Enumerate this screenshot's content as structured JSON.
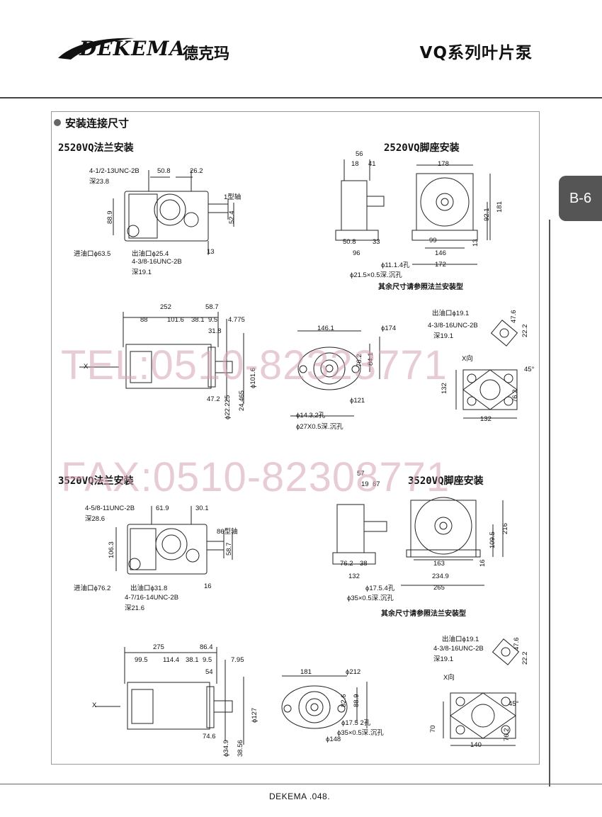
{
  "header": {
    "logo_text": "DEKEMA",
    "logo_cn": "德克玛",
    "series_title": "VQ系列叶片泵",
    "page_tab": "B-6"
  },
  "section": {
    "heading": "安装连接尺寸",
    "d1_title": "2520VQ法兰安装",
    "d2_title": "2520VQ脚座安装",
    "d3_title": "3520VQ法兰安装",
    "d4_title": "3520VQ脚座安装",
    "note_2520": "其余尺寸请参照法兰安装型",
    "note_3520": "其余尺寸请参照法兰安装型"
  },
  "watermarks": {
    "tel": "TEL:0510-82323771",
    "fax": "FAX:0510-82308771"
  },
  "d1": {
    "thread_a": "4-1/2-13UNC-2B",
    "depth_a": "深23.8",
    "w1": "50.8",
    "w2": "26.2",
    "shaft": "1型轴",
    "h1": "88.9",
    "h2": "52.4",
    "inlet": "进油口ϕ63.5",
    "outlet": "出油口ϕ25.4",
    "thread_b": "4-3/8-16UNC-2B",
    "depth_b": "深19.1",
    "d13": "13"
  },
  "d2": {
    "w56": "56",
    "w18": "18",
    "w41": "41",
    "w178": "178",
    "h181": "181",
    "h92": "92.1",
    "w99": "99",
    "h13": "13",
    "w508": "50.8",
    "w33": "33",
    "w96": "96",
    "w146": "146",
    "w172": "172",
    "hole": "ϕ11.1.4孔",
    "cbore": "ϕ21.5×0.5深.沉孔"
  },
  "d5": {
    "w252": "252",
    "w587": "58.7",
    "w88": "88",
    "w1016": "101.6",
    "w381": "38.1",
    "w95": "9.5",
    "key": "4.775",
    "w318": "31.8",
    "w472": "47.2",
    "d22": "ϕ22.225",
    "d101": "ϕ101.6",
    "d24": "24.465",
    "x": "X"
  },
  "d6": {
    "w1461": "146.1",
    "d174": "ϕ174",
    "h762": "76.2",
    "h841": "84.1",
    "d121": "ϕ121",
    "hole": "ϕ14.3,2孔",
    "cbore": "ϕ27X0.5深.沉孔"
  },
  "d7": {
    "outlet": "出油口ϕ19.1",
    "thread": "4-3/8-16UNC-2B",
    "depth": "深19.1",
    "w476": "47.6",
    "w222": "22.2",
    "view": "X向",
    "angle": "45°",
    "h132": "132",
    "w762": "76.2",
    "w132": "132"
  },
  "d3": {
    "thread_a": "4-5/8-11UNC-2B",
    "depth_a": "深28.6",
    "w619": "61.9",
    "w301": "30.1",
    "shaft": "86型轴",
    "h1063": "106.3",
    "h587": "58.7",
    "inlet": "进油口ϕ76.2",
    "outlet": "出油口ϕ31.8",
    "d16": "16",
    "thread_b": "4-7/16-14UNC-2B",
    "depth_b": "深21.6"
  },
  "d4": {
    "w57": "57",
    "w19": "19",
    "w67": "67",
    "h216": "216",
    "h1095": "109.5",
    "w762": "76.2",
    "w38": "38",
    "w163": "163",
    "h16": "16",
    "w132": "132",
    "w2349": "234.9",
    "hole": "ϕ17.5.4孔",
    "cbore": "ϕ35×0.5深.沉孔",
    "w265": "265"
  },
  "d8": {
    "w275": "275",
    "w864": "86.4",
    "w995": "99.5",
    "w1144": "114.4",
    "w381": "38.1",
    "w95": "9.5",
    "key": "7.95",
    "w54": "54",
    "w746": "74.6",
    "d349": "ϕ34.9",
    "d3856": "38.56",
    "d127": "ϕ127",
    "x": "X"
  },
  "d9": {
    "w181": "181",
    "d212": "ϕ212",
    "h826": "82.6",
    "h889": "88.9",
    "hole": "ϕ17.5 2孔",
    "cbore": "ϕ35×0.5深.沉孔",
    "d148": "ϕ148"
  },
  "d10": {
    "outlet": "出油口ϕ19.1",
    "thread": "4-3/8-16UNC-2B",
    "depth": "深19.1",
    "w476": "47.6",
    "w222": "22.2",
    "view": "X向",
    "angle": "45°",
    "h70": "70",
    "w762": "76.2",
    "w140": "140"
  },
  "footer": {
    "text": "DEKEMA .048."
  }
}
